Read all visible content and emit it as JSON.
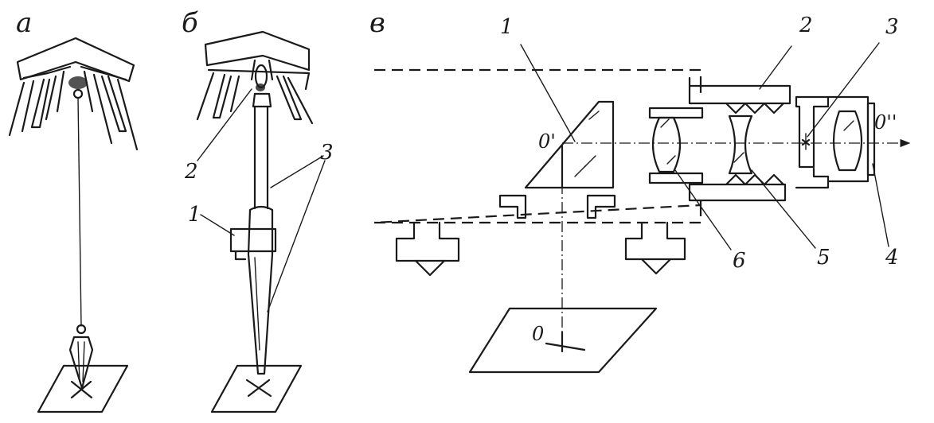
{
  "figure": {
    "panels": [
      {
        "id": "a",
        "letter": "a"
      },
      {
        "id": "b",
        "letter": "б"
      },
      {
        "id": "v",
        "letter": "в"
      }
    ],
    "labels_b": {
      "n1": "1",
      "n2": "2",
      "n3": "3"
    },
    "labels_v": {
      "n1": "1",
      "n2": "2",
      "n3": "3",
      "n4": "4",
      "n5": "5",
      "n6": "6",
      "o_point": "0",
      "o_prime": "0'",
      "o_double": "0''"
    }
  }
}
